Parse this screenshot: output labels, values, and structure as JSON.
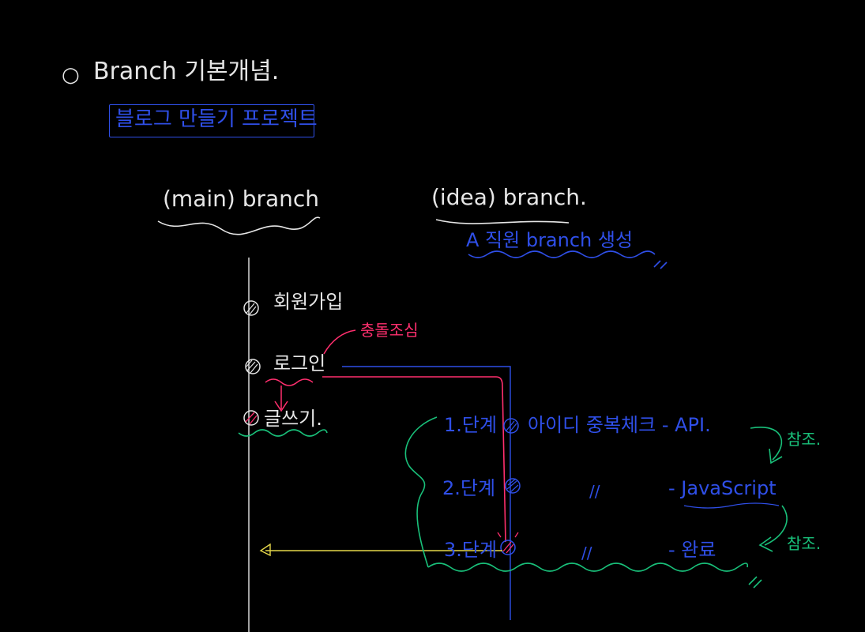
{
  "title": {
    "bullet": "○",
    "text": "Branch 기본개념."
  },
  "subtitle": "블로그 만들기 프로젝트",
  "main_branch": {
    "label": "(main) branch"
  },
  "idea_branch": {
    "label": "(idea) branch.",
    "note": "A 직원 branch 생성"
  },
  "main_commits": [
    {
      "label": "회원가입"
    },
    {
      "label": "로그인"
    },
    {
      "label": "글쓰기."
    }
  ],
  "conflict_note": "충돌조심",
  "idea_steps": [
    {
      "step": "1.단계",
      "desc": "아이디 중복체크 - API."
    },
    {
      "step": "2.단계",
      "ditto": "//",
      "desc": "- JavaScript"
    },
    {
      "step": "3.단계",
      "ditto": "//",
      "desc": "- 완료"
    }
  ],
  "references": [
    "참조.",
    "참조."
  ],
  "colors": {
    "white": "#e6e6e6",
    "blue": "#2f4fe8",
    "pink": "#ff2f6e",
    "green": "#19c07a",
    "yellow": "#e6d84a"
  }
}
